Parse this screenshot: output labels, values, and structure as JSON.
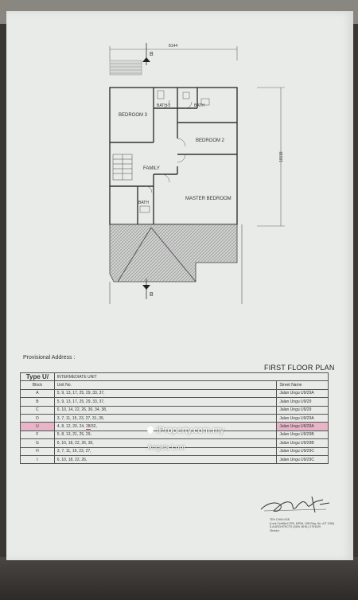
{
  "plan": {
    "width_dim": "8144",
    "depth_dim": "10118",
    "section_mark": "B",
    "rooms": {
      "bedroom3": "BEDROOM 3",
      "bath3": "BATH 3",
      "bath_top": "BATH",
      "bedroom2": "BEDROOM 2",
      "family": "FAMILY",
      "bath_lower": "BATH",
      "master": "MASTER BEDROOM"
    }
  },
  "provisional": "Provisional Address :",
  "floor_title": "FIRST FLOOR PLAN",
  "table": {
    "type_label": "Type U/",
    "type_desc": "INTERMEDIATE UNIT",
    "headers": {
      "block": "Block",
      "unit": "Unit No.",
      "street": "Street Name"
    },
    "rows": [
      {
        "block": "A",
        "units": "5, 9, 13, 17, 25, 29, 33, 37,",
        "street": "Jalan Ungu U9/29A"
      },
      {
        "block": "B",
        "units": "5, 9, 13, 17, 25, 29, 33, 37,",
        "street": "Jalan Ungu U9/29"
      },
      {
        "block": "C",
        "units": "6, 10, 14, 22, 26, 30, 34, 38,",
        "street": "Jalan Ungu U9/29"
      },
      {
        "block": "D",
        "units": "3, 7, 11, 15, 23, 27, 31, 35,",
        "street": "Jalan Ungu U9/29A"
      },
      {
        "block": "U",
        "units_pre": "4, 8, 12, 20, 24,",
        "units_mark": "28",
        "units_post": "/32,",
        "street": "Jalan Ungu U9/29A"
      },
      {
        "block": "F",
        "units": "5, 8, 13, 21, 25, 29,",
        "street": "Jalan Ungu U9/29B"
      },
      {
        "block": "G",
        "units": "6, 10, 18, 22, 26, 30,",
        "street": "Jalan Ungu U9/29B"
      },
      {
        "block": "H",
        "units": "3, 7, 11, 19, 23, 27,",
        "street": "Jalan Ungu U9/29C"
      },
      {
        "block": "I",
        "units": "6, 10, 18, 22, 26,",
        "street": "Jalan Ungu U9/29C"
      }
    ]
  },
  "watermark": {
    "site": "iProperty.com.my",
    "agent": "Angela Looi"
  },
  "signature": {
    "line1": "TEH CHIN HOE",
    "line2": "(Lock Certified CRK, MPIM, IJIM Reg. No. A/T 1165)",
    "line3": "& A ARCHITECTS (SDN. BHD.) 2791929",
    "line4": "Director"
  }
}
